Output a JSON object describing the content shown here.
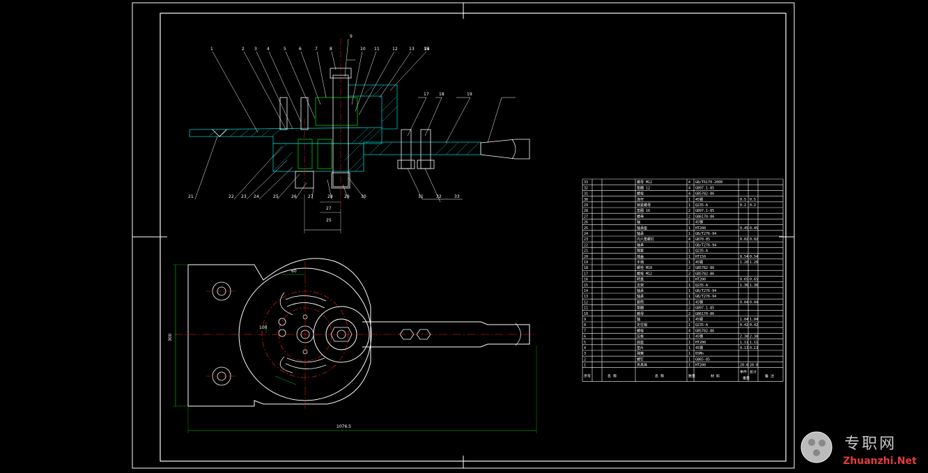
{
  "drawing": {
    "overall_dimension": "1076.5",
    "width_dimension": "300",
    "small_dims": [
      "60",
      "100",
      "27",
      "25"
    ],
    "balloons_top": [
      "1",
      "2",
      "3",
      "4",
      "5",
      "6",
      "7",
      "8",
      "9",
      "10",
      "11",
      "12",
      "13",
      "14",
      "15"
    ],
    "balloons_right": [
      "17",
      "18",
      "19"
    ],
    "balloons_bottom": [
      "21",
      "22",
      "23",
      "24",
      "25",
      "26",
      "27",
      "28",
      "29",
      "30",
      "31",
      "32",
      "33"
    ]
  },
  "bom": {
    "rows": [
      {
        "n": "33",
        "part": "螺母 M12",
        "qty": "4",
        "std": "GB/T6170-2000",
        "mat": "",
        "w": ""
      },
      {
        "n": "32",
        "part": "垫圈 12",
        "qty": "4",
        "std": "GB97.1-85",
        "mat": "",
        "w": ""
      },
      {
        "n": "31",
        "part": "螺栓",
        "qty": "4",
        "std": "GB5782-86",
        "mat": "",
        "w": ""
      },
      {
        "n": "30",
        "part": "连杆",
        "qty": "1",
        "std": "45钢",
        "mat": "0.5",
        "w": "0.5"
      },
      {
        "n": "29",
        "part": "锁紧螺母",
        "qty": "1",
        "std": "Q235-A",
        "mat": "0.2",
        "w": "0.2"
      },
      {
        "n": "28",
        "part": "垫圈 16",
        "qty": "2",
        "std": "GB97.1-85",
        "mat": "",
        "w": ""
      },
      {
        "n": "27",
        "part": "螺母",
        "qty": "2",
        "std": "GB6170-86",
        "mat": "",
        "w": ""
      },
      {
        "n": "26",
        "part": "轴",
        "qty": "1",
        "std": "45钢",
        "mat": "",
        "w": ""
      },
      {
        "n": "25",
        "part": "轴承座",
        "qty": "1",
        "std": "HT200",
        "mat": "0.45",
        "w": "0.45"
      },
      {
        "n": "24",
        "part": "轴承",
        "qty": "1",
        "std": "GB/T276-94",
        "mat": "",
        "w": ""
      },
      {
        "n": "23",
        "part": "内六角螺钉",
        "qty": "4",
        "std": "GB70-85",
        "mat": "0.02",
        "w": "0.02"
      },
      {
        "n": "22",
        "part": "轴承",
        "qty": "1",
        "std": "GB/T276-94",
        "mat": "",
        "w": ""
      },
      {
        "n": "21",
        "part": "隔套",
        "qty": "1",
        "std": "Q235-A",
        "mat": "",
        "w": ""
      },
      {
        "n": "20",
        "part": "端盖",
        "qty": "1",
        "std": "HT150",
        "mat": "0.54",
        "w": "0.54"
      },
      {
        "n": "19",
        "part": "手柄",
        "qty": "1",
        "std": "45钢",
        "mat": "1.20",
        "w": "1.20"
      },
      {
        "n": "18",
        "part": "螺栓 M10",
        "qty": "2",
        "std": "GB5782-86",
        "mat": "",
        "w": ""
      },
      {
        "n": "17",
        "part": "螺栓 M12",
        "qty": "2",
        "std": "GB5782-86",
        "mat": "",
        "w": ""
      },
      {
        "n": "16",
        "part": "转盘",
        "qty": "1",
        "std": "HT200",
        "mat": "0.65",
        "w": "0.65"
      },
      {
        "n": "15",
        "part": "支架",
        "qty": "1",
        "std": "Q235-A",
        "mat": "1.36",
        "w": "1.36"
      },
      {
        "n": "14",
        "part": "轴承",
        "qty": "1",
        "std": "GB/T276-94",
        "mat": "",
        "w": ""
      },
      {
        "n": "13",
        "part": "轴承",
        "qty": "1",
        "std": "GB/T276-94",
        "mat": "",
        "w": ""
      },
      {
        "n": "12",
        "part": "套筒",
        "qty": "1",
        "std": "45钢",
        "mat": "0.04",
        "w": "0.04"
      },
      {
        "n": "11",
        "part": "垫圈",
        "qty": "2",
        "std": "GB97.1-85",
        "mat": "",
        "w": ""
      },
      {
        "n": "10",
        "part": "螺母",
        "qty": "2",
        "std": "GB6170-86",
        "mat": "",
        "w": ""
      },
      {
        "n": "9",
        "part": "轴",
        "qty": "1",
        "std": "45钢",
        "mat": "1.04",
        "w": "1.04"
      },
      {
        "n": "8",
        "part": "定位销",
        "qty": "1",
        "std": "Q235-A",
        "mat": "0.42",
        "w": "0.42"
      },
      {
        "n": "7",
        "part": "螺栓",
        "qty": "4",
        "std": "GB5782-86",
        "mat": "",
        "w": ""
      },
      {
        "n": "6",
        "part": "压板",
        "qty": "1",
        "std": "45钢",
        "mat": "2.30",
        "w": "2.30"
      },
      {
        "n": "5",
        "part": "底座",
        "qty": "1",
        "std": "HT200",
        "mat": "1.11",
        "w": "1.11"
      },
      {
        "n": "4",
        "part": "垫片",
        "qty": "1",
        "std": "45钢",
        "mat": "0.13",
        "w": "0.13"
      },
      {
        "n": "3",
        "part": "弹簧",
        "qty": "1",
        "std": "65Mn",
        "mat": "",
        "w": ""
      },
      {
        "n": "2",
        "part": "螺钉",
        "qty": "1",
        "std": "GB65-85",
        "mat": "",
        "w": ""
      },
      {
        "n": "1",
        "part": "夹具体",
        "qty": "1",
        "std": "HT200",
        "mat": "20.0",
        "w": "20.0"
      }
    ],
    "header": {
      "no": "序号",
      "name": "名 称",
      "qty": "数量",
      "mat": "材 料",
      "unit": "单件",
      "total": "总计",
      "note": "备 注",
      "weight": "重量"
    }
  },
  "watermark": {
    "cn": "专职网",
    "en": "Zhuanzhi.Net"
  },
  "colors": {
    "line": "#ffffff",
    "green": "#00d000",
    "red": "#ff2020",
    "cyan": "#00c8c8",
    "yellow": "#e8e800",
    "magenta": "#ff00ff"
  }
}
